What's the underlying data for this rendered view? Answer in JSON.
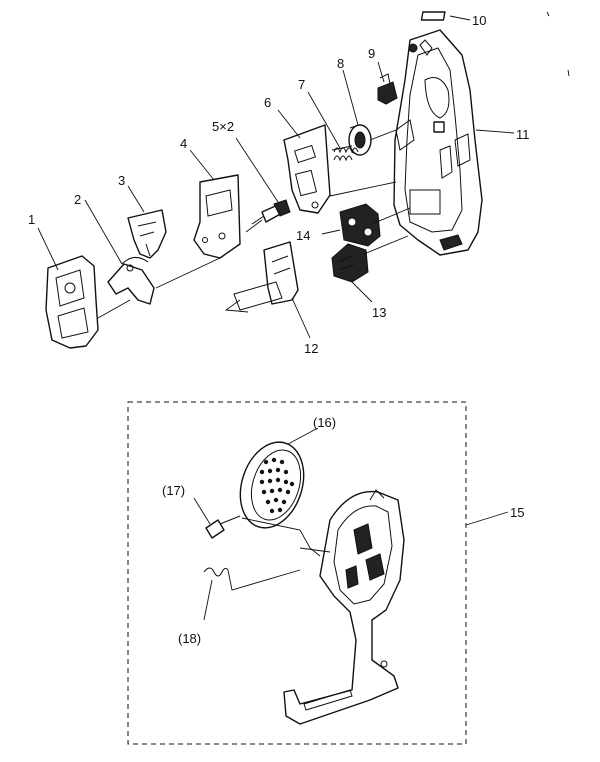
{
  "labels": {
    "p1": "1",
    "p2": "2",
    "p3": "3",
    "p4": "4",
    "p5": "5×2",
    "p6": "6",
    "p7": "7",
    "p8": "8",
    "p9": "9",
    "p10": "10",
    "p11": "11",
    "p12": "12",
    "p13": "13",
    "p14": "14",
    "p15": "15",
    "p16": "(16)",
    "p17": "(17)",
    "p18": "(18)"
  }
}
